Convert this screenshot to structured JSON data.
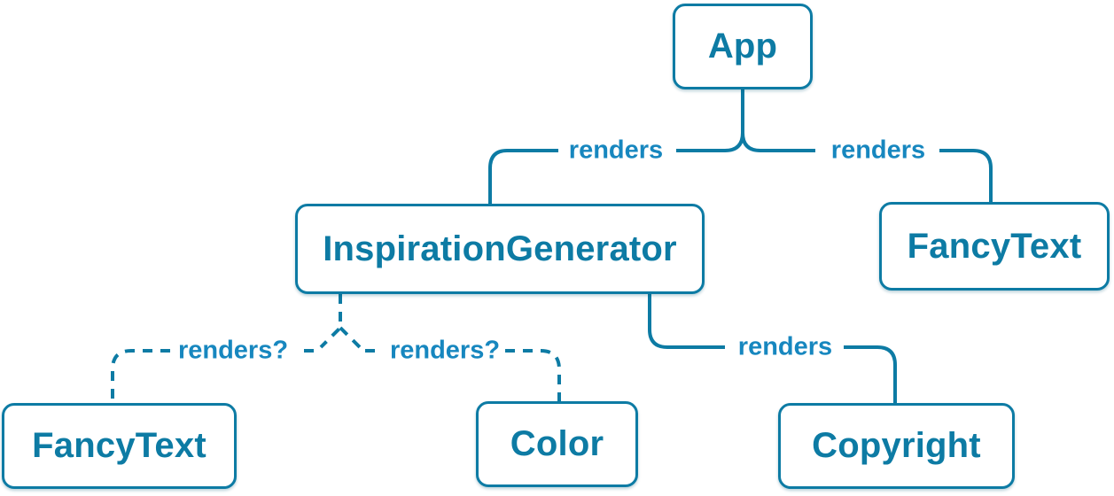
{
  "colors": {
    "primary": "#0d7ba4",
    "label": "#1787bf",
    "node_fill": "#ffffff",
    "bg": "#ffffff"
  },
  "nodes": [
    {
      "id": "app",
      "label": "App"
    },
    {
      "id": "inspiration-generator",
      "label": "InspirationGenerator"
    },
    {
      "id": "fancy-text-top",
      "label": "FancyText"
    },
    {
      "id": "fancy-text-bottom",
      "label": "FancyText"
    },
    {
      "id": "color",
      "label": "Color"
    },
    {
      "id": "copyright",
      "label": "Copyright"
    }
  ],
  "edges": [
    {
      "from": "App",
      "to": "InspirationGenerator",
      "label": "renders",
      "style": "solid"
    },
    {
      "from": "App",
      "to": "FancyText",
      "label": "renders",
      "style": "solid"
    },
    {
      "from": "InspirationGenerator",
      "to": "FancyText",
      "label": "renders?",
      "style": "dashed"
    },
    {
      "from": "InspirationGenerator",
      "to": "Color",
      "label": "renders?",
      "style": "dashed"
    },
    {
      "from": "InspirationGenerator",
      "to": "Copyright",
      "label": "renders",
      "style": "solid"
    }
  ]
}
